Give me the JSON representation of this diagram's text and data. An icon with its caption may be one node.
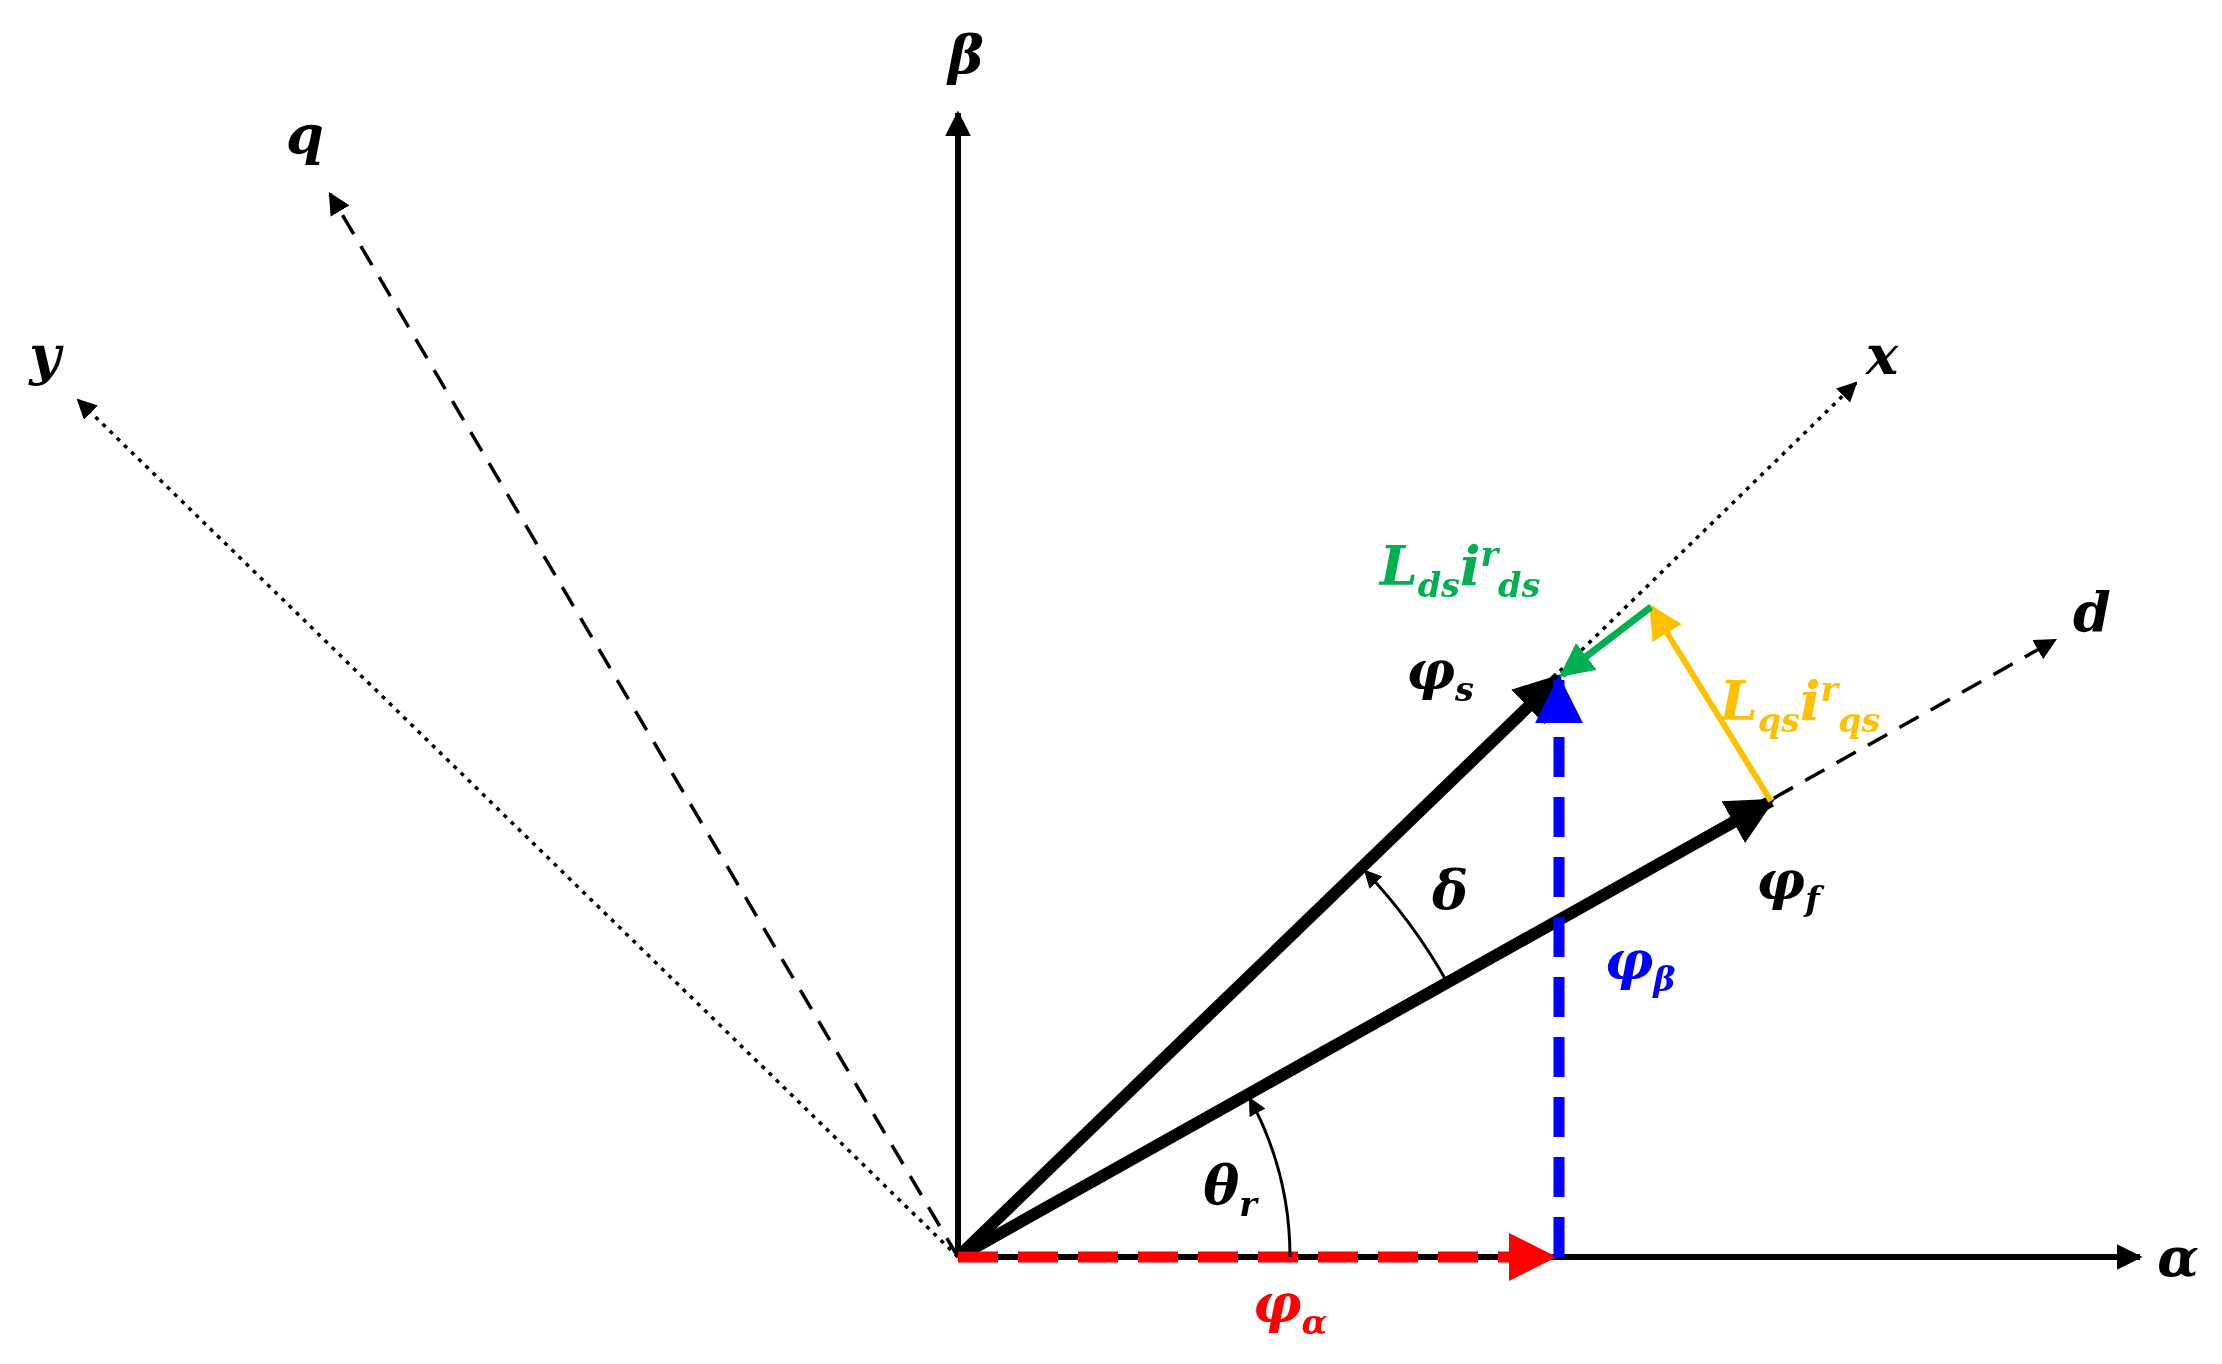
{
  "diagram": {
    "labels": [
      "β",
      "q",
      "y",
      "x",
      "L$_{ds}$i$^{r}$$_{ds}$",
      "d",
      "φ$_{s}$",
      "L$_{qs}$i$^{r}$$_{qs}$",
      "φ$_{f}$",
      "δ",
      "φ$_{β}$",
      "θ$_{r}$",
      "α",
      "φ$_{α}$"
    ]
  }
}
